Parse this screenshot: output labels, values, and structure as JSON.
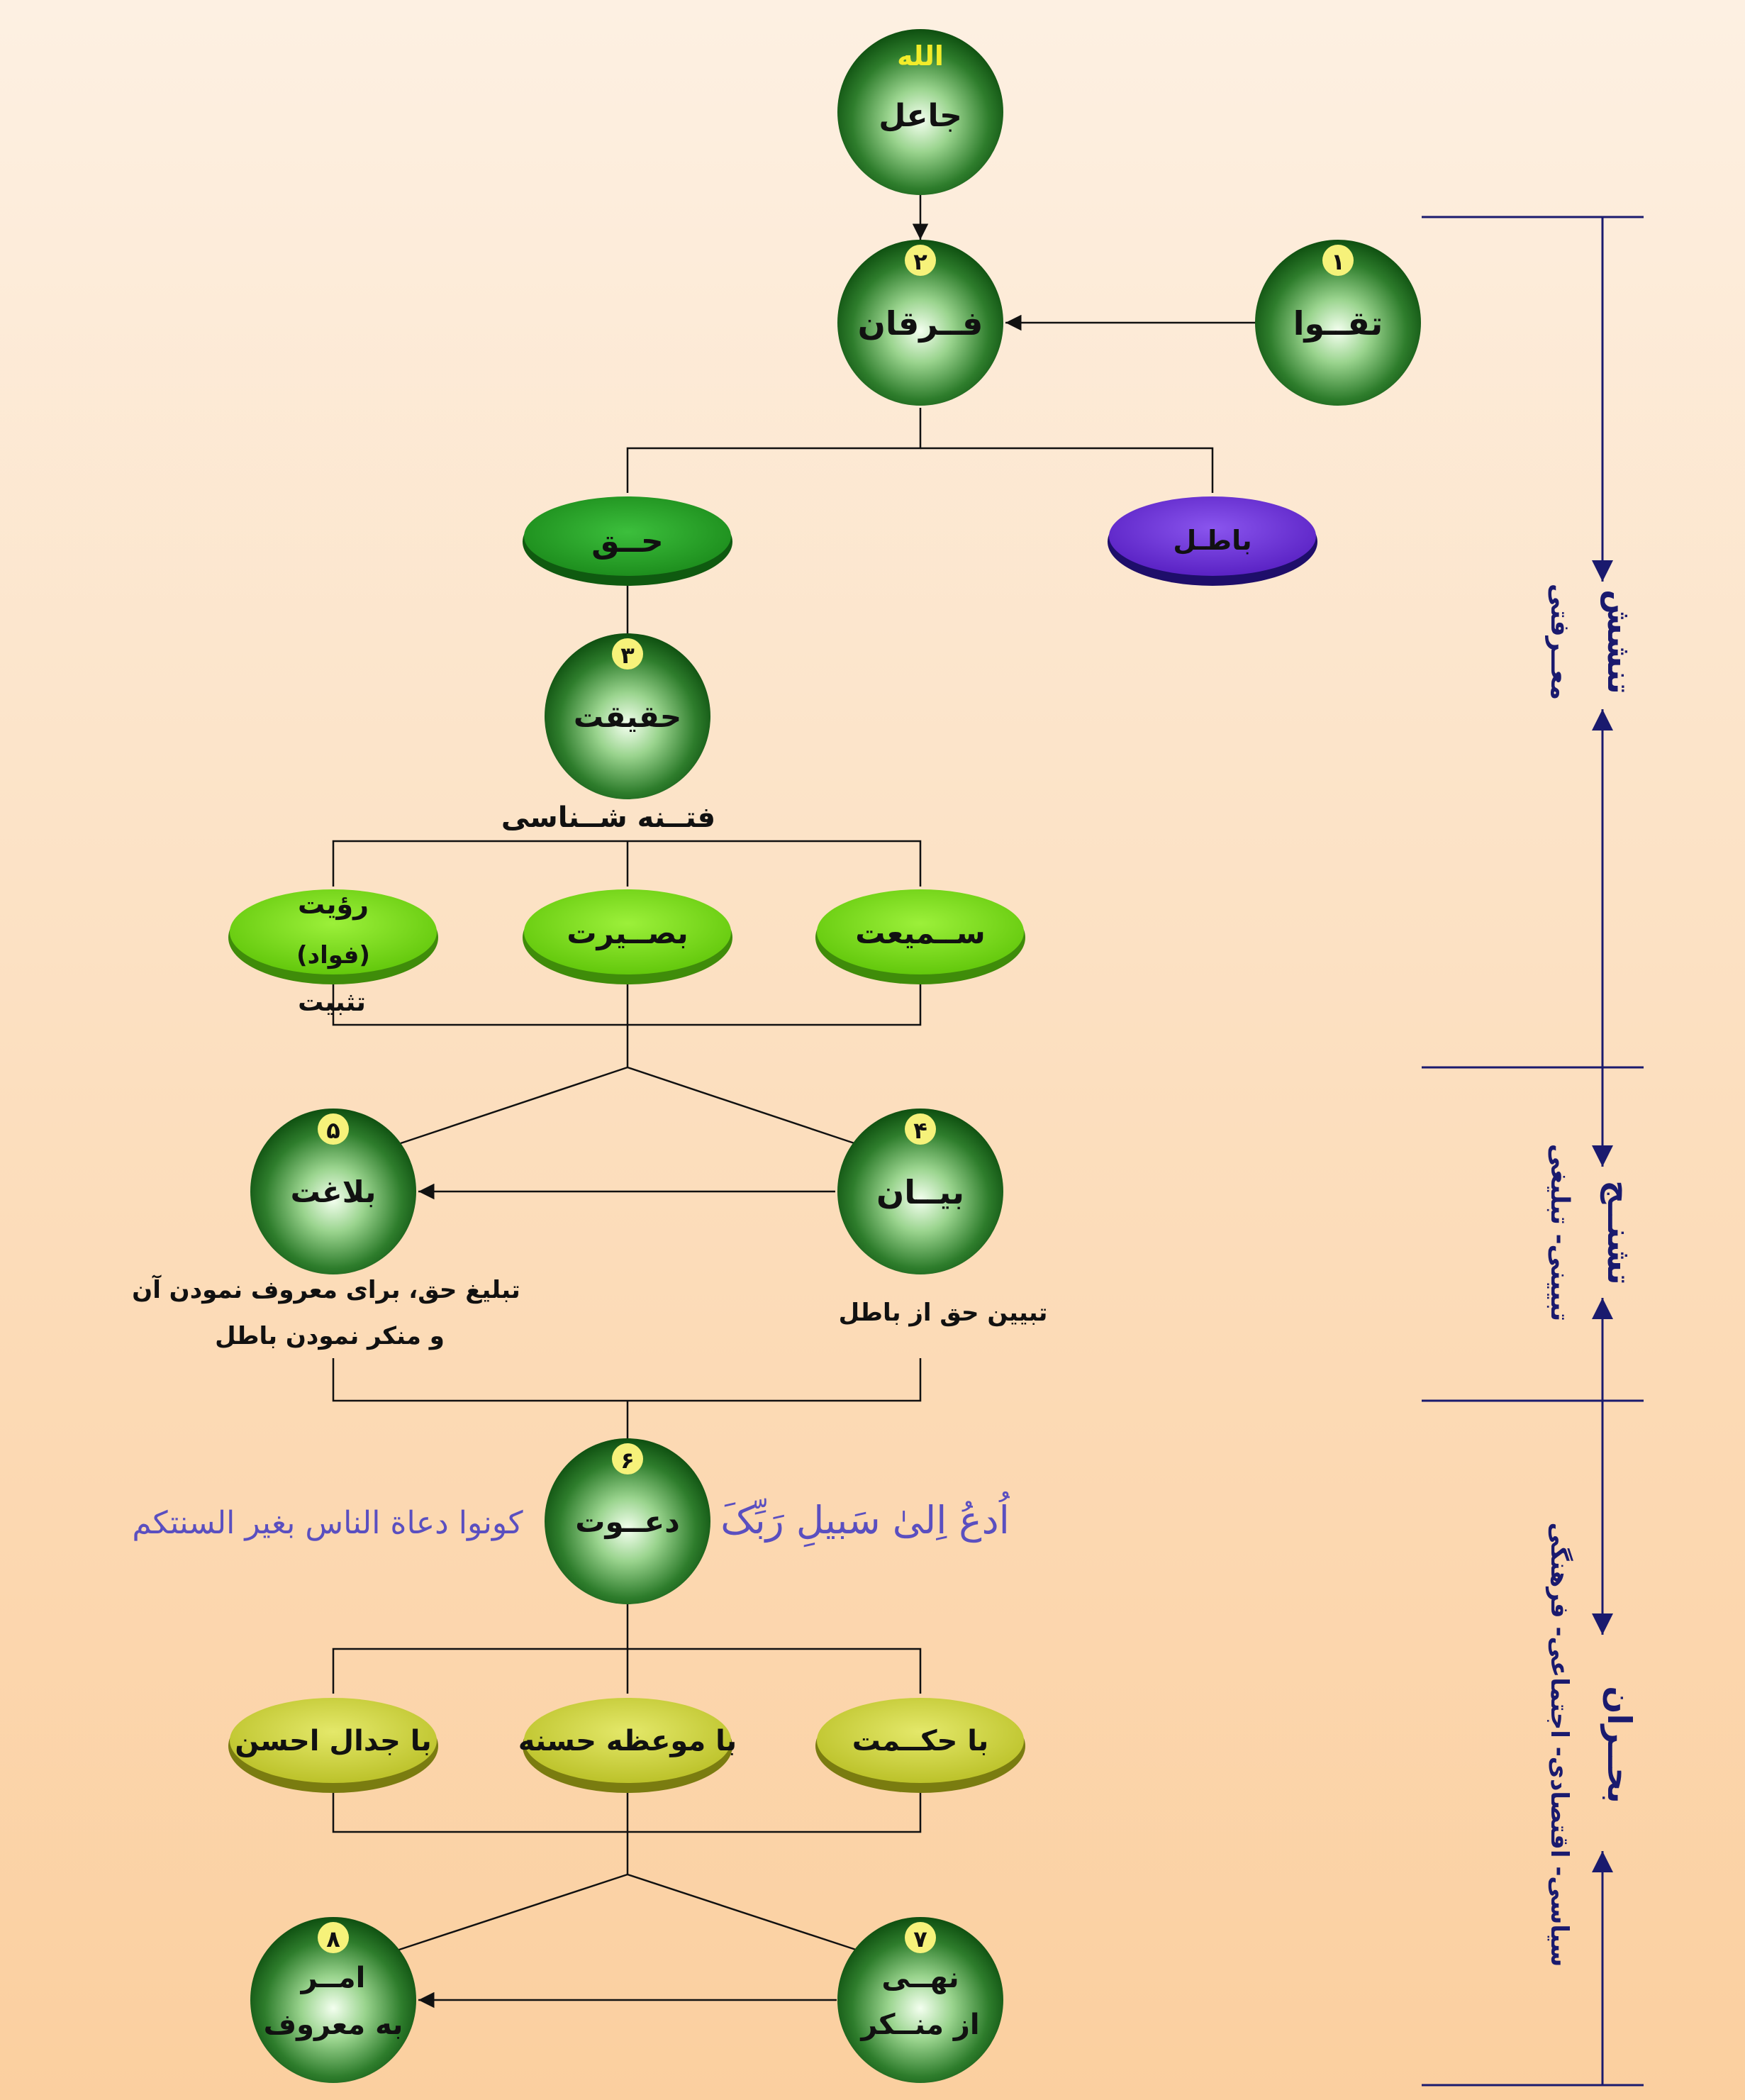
{
  "nodes": {
    "jael": {
      "label": "جاعل",
      "top_label": "الله"
    },
    "forqan": {
      "number": "۲",
      "label": "فــرقان"
    },
    "taqva": {
      "number": "۱",
      "label": "تقــوا"
    },
    "haq": {
      "label": "حــق"
    },
    "batel": {
      "label": "باطـل"
    },
    "haqiqat": {
      "number": "۳",
      "label": "حقیقت"
    },
    "fetne_label": "فتــنه شــناسی",
    "roeyat": {
      "line1": "رؤیت",
      "line2": "(فواد)"
    },
    "tasbit_label": "تثبیت",
    "basirat": {
      "label": "بصــیرت"
    },
    "samiat": {
      "label": "ســمیعت"
    },
    "balaghat": {
      "number": "۵",
      "label": "بلاغت"
    },
    "bayan": {
      "number": "۴",
      "label": "بیــان"
    },
    "balaghat_caption": {
      "line1": "تبلیغ حق، برای معروف نمودن آن",
      "line2": "و منکر نمودن باطل"
    },
    "bayan_caption": "تبیین حق از باطل",
    "davat": {
      "number": "۶",
      "label": "دعــوت"
    },
    "davat_left_quote": "کونوا دعاة الناس بغیر السنتکم",
    "davat_right_quote": "اُدعُ اِلیٰ سَبیلِ رَبِّکَ",
    "jedal": {
      "label": "با جدال احسن"
    },
    "moezeh": {
      "label": "با موعظه حسنه"
    },
    "hekmat": {
      "label": "با حکــمت"
    },
    "amr": {
      "number": "۸",
      "line1": "امــر",
      "line2": "به معروف"
    },
    "nahy": {
      "number": "۷",
      "line1": "نهــی",
      "line2": "از منــکر"
    }
  },
  "side_bracket": {
    "seg1": {
      "title": "تنشش",
      "subtitle": "معــرفتی"
    },
    "seg2": {
      "title": "تشنــج",
      "subtitle": "تبیینی- تبلیغی"
    },
    "seg3": {
      "title": "بحــران",
      "subtitle": "سیاسی- اقتصادی- اجتماعی- فرهنگی"
    }
  },
  "colors": {
    "green_dark": "#0f5a10",
    "green_light": "#e8fbe0",
    "ellipse_green": "#2aa32a",
    "lime": "#7ee01a",
    "purple": "#6a2fd6",
    "yellow_olive": "#cfd43a",
    "number_badge": "#f6f27a",
    "side_navy": "#1a1a6e",
    "quote_blue": "#5a4fc0",
    "allah_yellow": "#f2ec2a"
  }
}
